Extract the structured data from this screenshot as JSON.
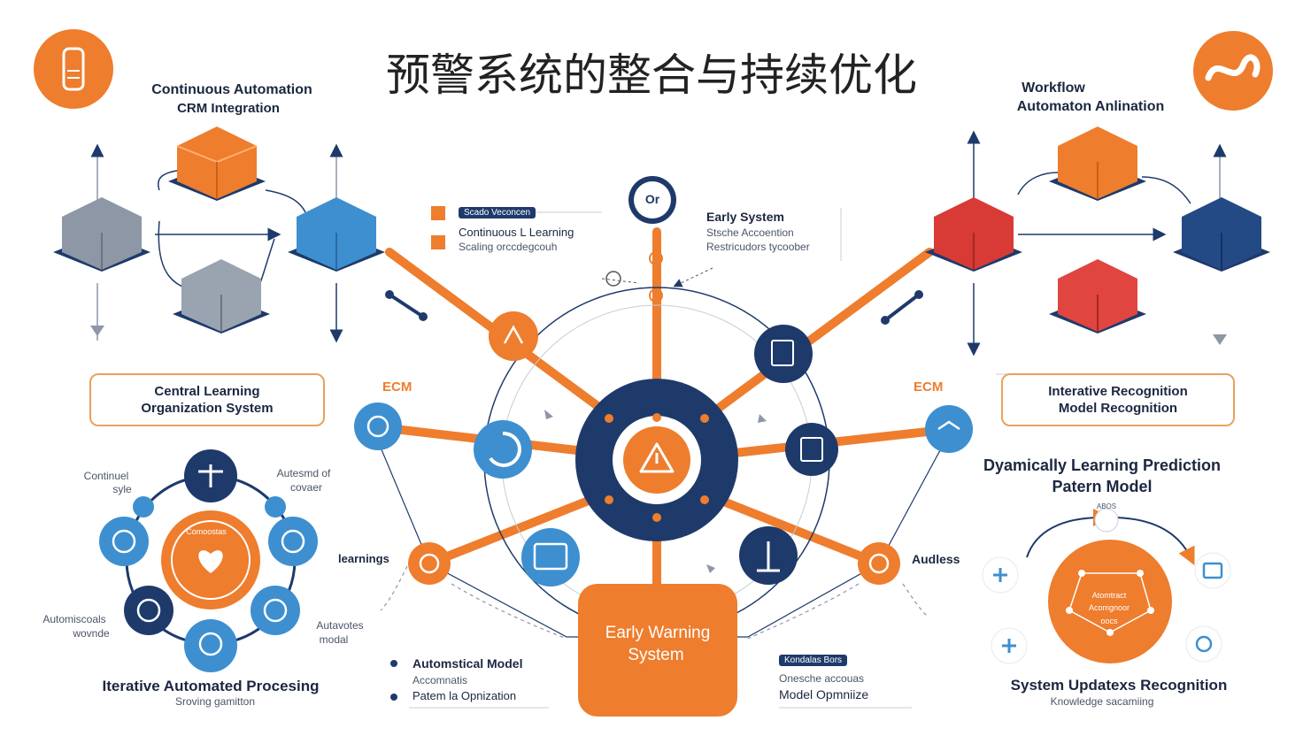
{
  "title": "预警系统的整合与持续优化",
  "top_left": {
    "line1": "Continuous Automation",
    "line2": "CRM Integration"
  },
  "top_right": {
    "line1": "Workflow",
    "line2": "Automaton Anlination"
  },
  "left_box": {
    "line1": "Central Learning",
    "line2": "Organization System"
  },
  "right_box": {
    "line1": "Interative Recognition",
    "line2": "Model Recognition"
  },
  "right_mid": {
    "line1": "Dyamically Learning Prediction",
    "line2": "Patern Model"
  },
  "center_top": {
    "tag": "Scado Veconcen",
    "line1": "Continuous L Learning",
    "line2": "Scaling orccdegcouh",
    "badge": "Or",
    "early_title": "Early System",
    "early_sub1": "Stsche Accoention",
    "early_sub2": "Restricudors tycoober"
  },
  "ecm_left": "ECM",
  "ecm_right": "ECM",
  "hub_label": {
    "line1": "Early Warning",
    "line2": "System"
  },
  "cycle_left": {
    "tl1": "Continuel",
    "tl2": "syle",
    "tr1": "Autesmd of",
    "tr2": "covaer",
    "bl1": "Automiscoals",
    "bl2": "wovnde",
    "br1": "Autavotes",
    "br2": "modal",
    "center_text": "Comoostas"
  },
  "learnings": "learnings",
  "audless": "Audless",
  "bottom_left": {
    "title": "Iterative Automated Procesing",
    "sub": "Sroving gamitton"
  },
  "bottom_center_left": {
    "item1": "Automstical Model",
    "item1b": "Accomnatis",
    "item2": "Patem la Opnization"
  },
  "bottom_center_right": {
    "tag": "Kondalas Bors",
    "line1": "Onesche accouas",
    "line2": "Model Opmniize"
  },
  "bottom_right": {
    "title": "System Updatexs Recognition",
    "sub": "Knowledge sacamiing",
    "center1": "Atomtract",
    "center2": "Acomgnoor",
    "center3": "oocs",
    "top_tag": "ABOS"
  },
  "colors": {
    "orange": "#ee7d2d",
    "navy": "#1e3a6b",
    "blue": "#3d8fd0",
    "gray": "#8d97a5",
    "red": "#d83a35"
  }
}
